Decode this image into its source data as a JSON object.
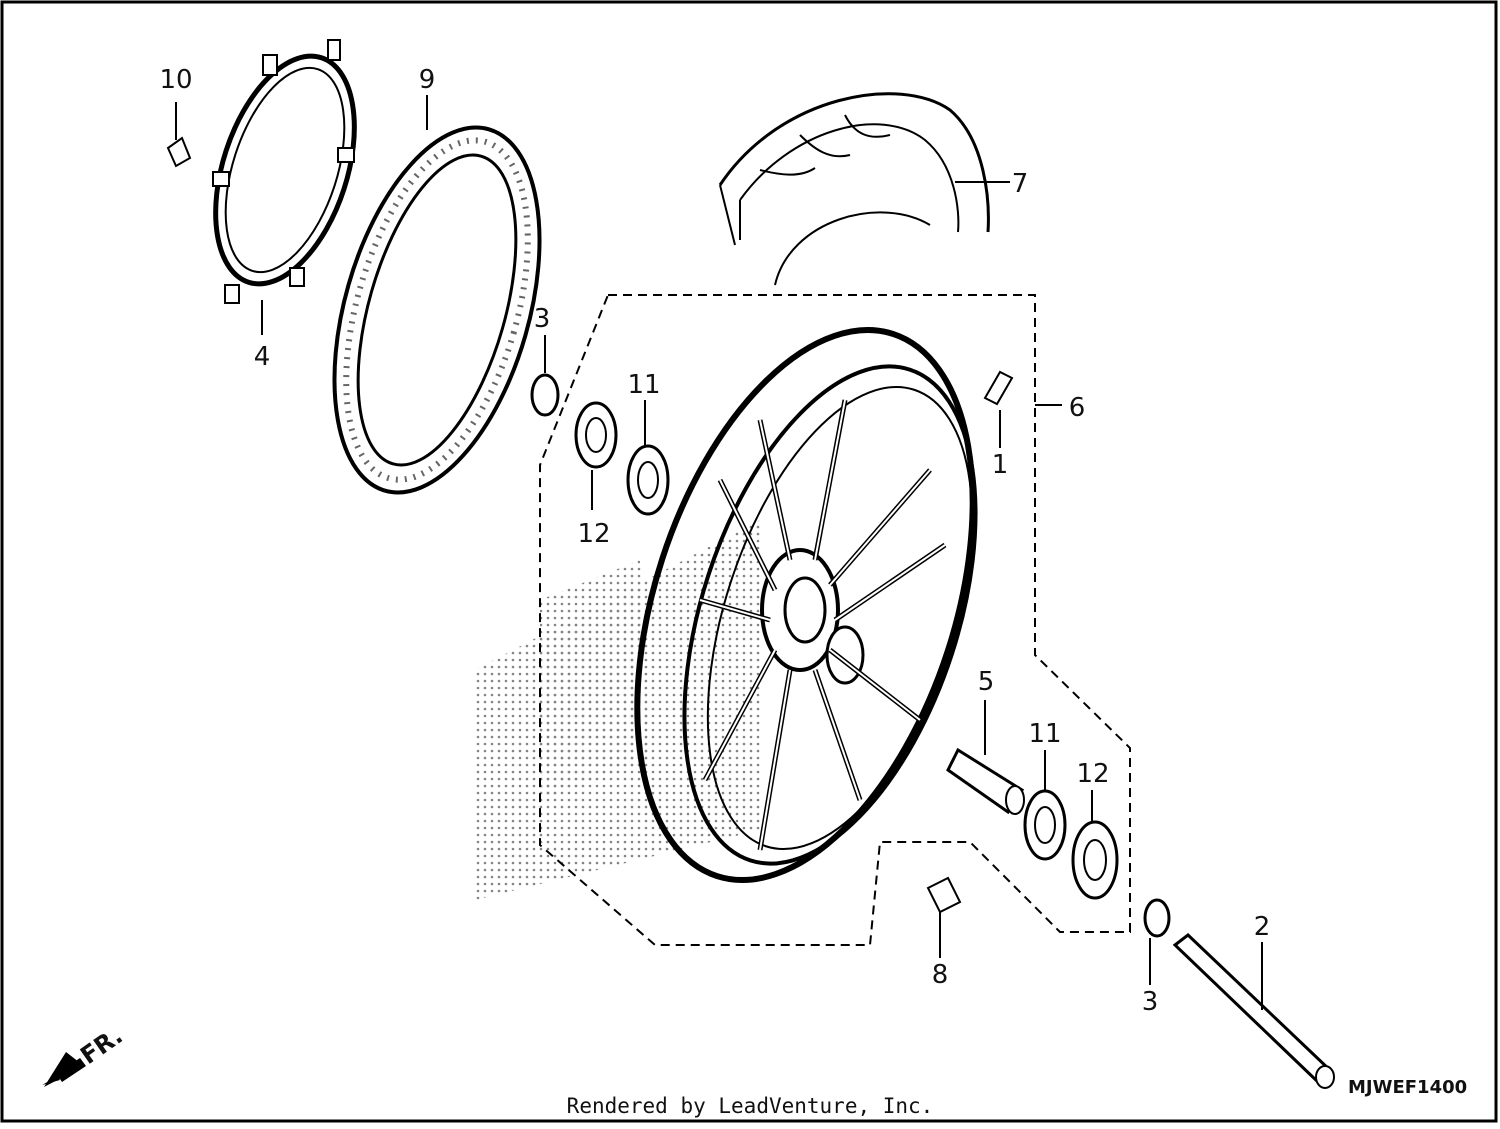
{
  "diagram": {
    "parts": [
      {
        "id": "1",
        "label": "1"
      },
      {
        "id": "2",
        "label": "2"
      },
      {
        "id": "3a",
        "label": "3"
      },
      {
        "id": "3b",
        "label": "3"
      },
      {
        "id": "4",
        "label": "4"
      },
      {
        "id": "5",
        "label": "5"
      },
      {
        "id": "6",
        "label": "6"
      },
      {
        "id": "7",
        "label": "7"
      },
      {
        "id": "8",
        "label": "8"
      },
      {
        "id": "9",
        "label": "9"
      },
      {
        "id": "10",
        "label": "10"
      },
      {
        "id": "11a",
        "label": "11"
      },
      {
        "id": "11b",
        "label": "11"
      },
      {
        "id": "12a",
        "label": "12"
      },
      {
        "id": "12b",
        "label": "12"
      }
    ],
    "direction_label": "FR.",
    "diagram_code": "MJWEF1400",
    "credit": "Rendered by LeadVenture, Inc."
  }
}
